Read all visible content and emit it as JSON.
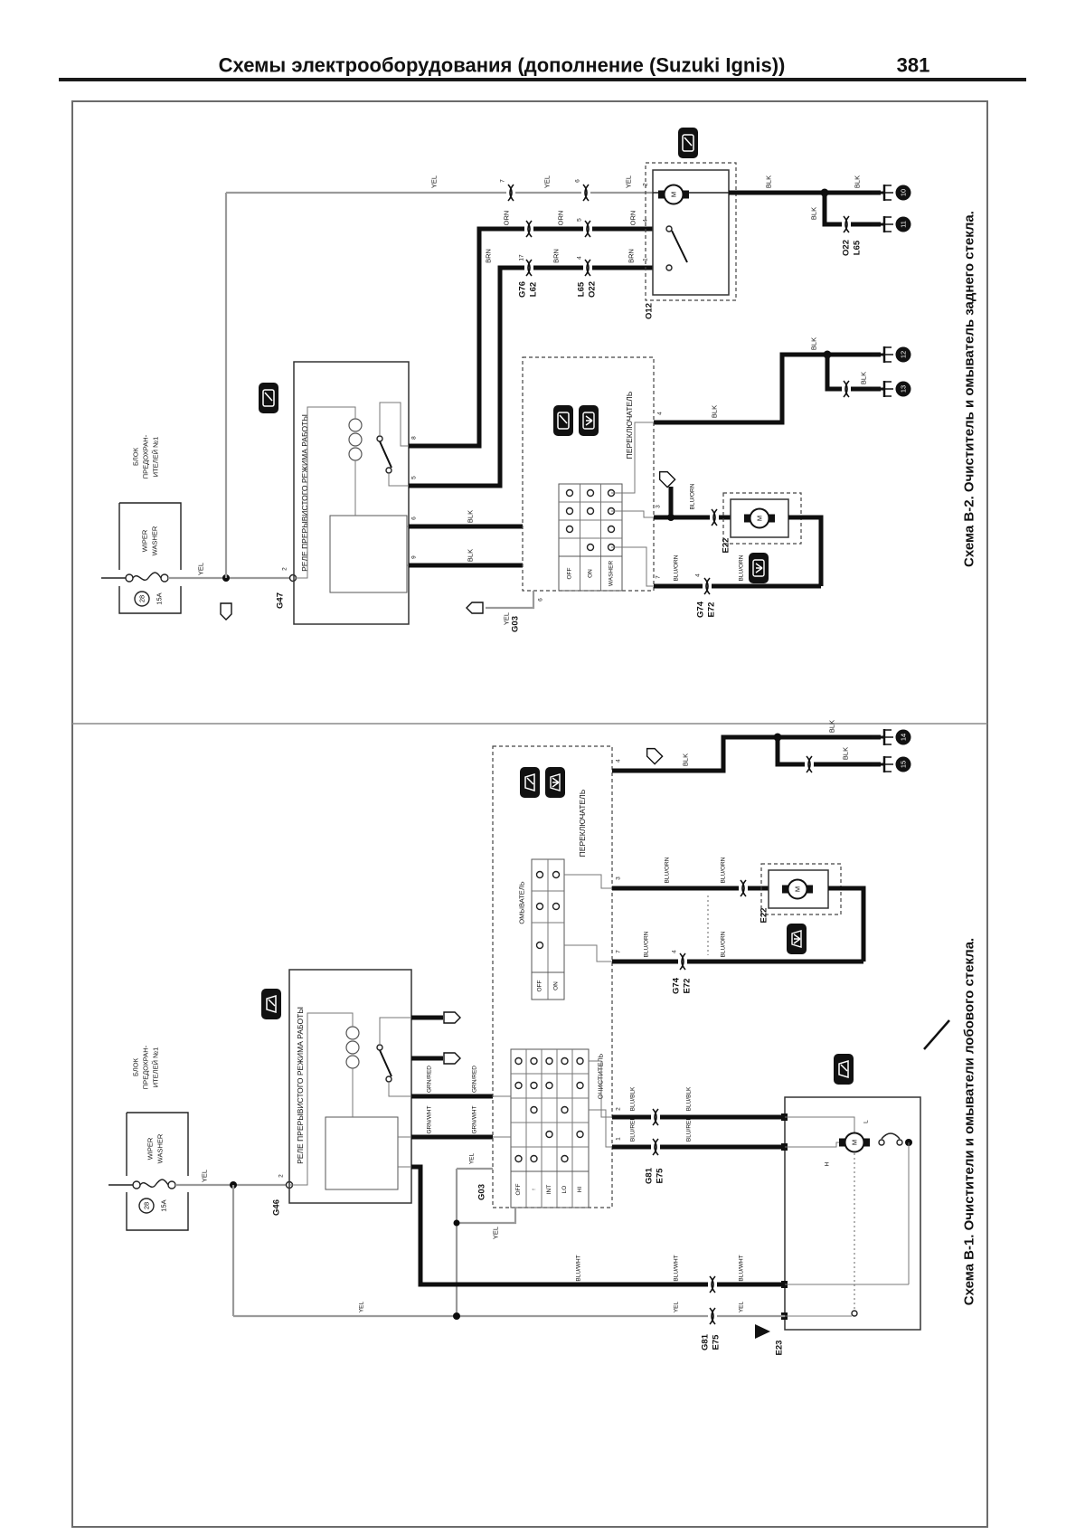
{
  "page": {
    "header_title": "Схемы электрооборудования (дополнение (Suzuki Ignis))",
    "page_number": "381"
  },
  "captions": {
    "b2": "Схема В-2. Очиститель и омыватель заднего стекла.",
    "b1": "Схема В-1. Очистители и омыватели лобового стекла."
  },
  "fuse_block": {
    "title1": "БЛОК",
    "title2": "ПРЕДОХРАН-",
    "title3": "ИТЕЛЕЙ №1",
    "name1": "WIPER",
    "name2": "WASHER",
    "number": "28",
    "rating": "15A"
  },
  "labels": {
    "relay": "РЕЛЕ ПРЕРЫВИСТОГО РЕЖИМА РАБОТЫ",
    "switch": "ПЕРЕКЛЮЧАТЕЛЬ",
    "washer": "ОМЫВАТЕЛЬ",
    "wiper": "ОЧИСТИТЕЛЬ",
    "motor_m": "M",
    "low": "L",
    "high": "H"
  },
  "colors": {
    "yel": "YEL",
    "orn": "ORN",
    "brn": "BRN",
    "blk": "BLK",
    "blu_orn": "BLU/ORN",
    "blu_blk": "BLU/BLK",
    "blu_red": "BLU/RED",
    "blu_wht": "BLU/WHT",
    "grn_red": "GRN/RED",
    "grn_wht": "GRN/WHT"
  },
  "pins": {
    "1": "1",
    "2": "2",
    "3": "3",
    "4": "4",
    "5": "5",
    "6": "6",
    "7": "7",
    "8": "8",
    "9": "9",
    "17": "17"
  },
  "b2": {
    "relay_id": "G47",
    "switch_id": "G03",
    "motor_id": "O12",
    "pump_id": "E22",
    "conn1a": "G76",
    "conn1b": "L62",
    "conn2a": "L65",
    "conn2b": "O22",
    "conn3a": "O22",
    "conn3b": "L65",
    "conn4a": "G74",
    "conn4b": "E72",
    "grounds": [
      "10",
      "11",
      "12",
      "13"
    ],
    "positions": [
      "OFF",
      "ON",
      "WASHER"
    ]
  },
  "b1": {
    "relay_id": "G46",
    "switch_id": "G03",
    "motor_id": "E23",
    "pump_id": "E22",
    "conn1a": "G74",
    "conn1b": "E72",
    "conn2a": "G81",
    "conn2b": "E75",
    "conn3a": "G81",
    "conn3b": "E75",
    "grounds": [
      "14",
      "15"
    ],
    "washer_positions": [
      "OFF",
      "ON"
    ],
    "wiper_positions": [
      "OFF",
      "↑",
      "INT",
      "LO",
      "HI"
    ]
  }
}
